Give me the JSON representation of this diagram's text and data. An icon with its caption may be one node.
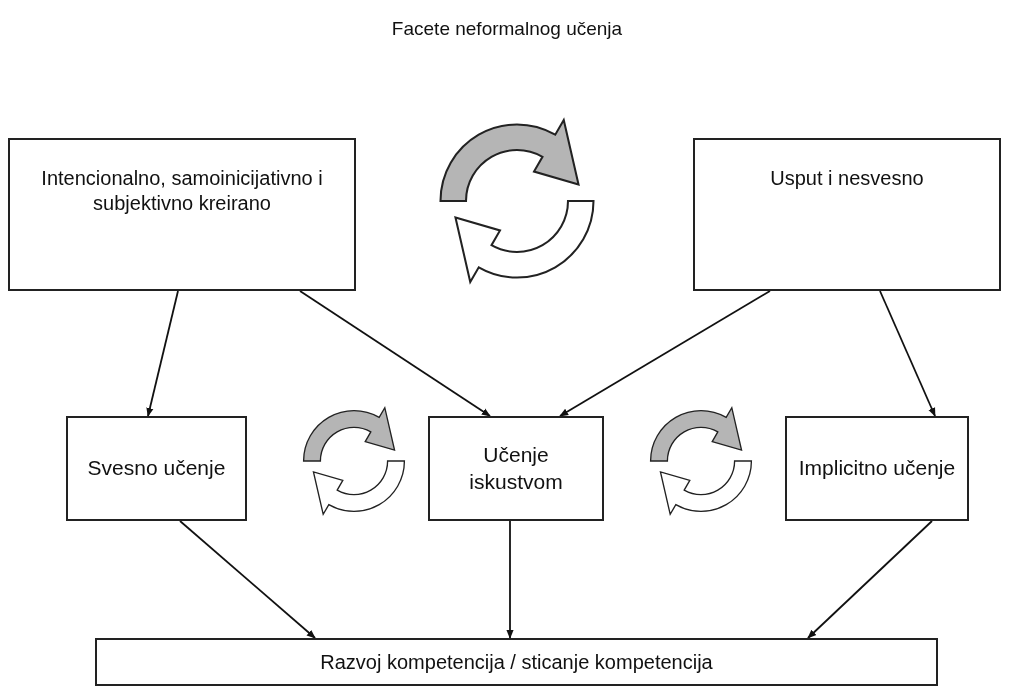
{
  "diagram": {
    "title": "Facete neformalnog učenja",
    "nodes": [
      {
        "text": [
          "Intencionalno, samoinicijativno i subjektivno kreirano"
        ]
      },
      {
        "text": [
          "Usput  i nesvesno"
        ]
      },
      {
        "text": [
          "Svesno učenje"
        ]
      },
      {
        "text": [
          "Učenje iskustvom"
        ]
      },
      {
        "text": [
          "Implicitno učenje"
        ]
      },
      {
        "text": [
          "Razvoj kompetencija / sticanje kompetencija"
        ]
      }
    ],
    "edges": [
      {
        "from": 0,
        "to": 2,
        "arrow": "to"
      },
      {
        "from": 0,
        "to": 3,
        "arrow": "to"
      },
      {
        "from": 1,
        "to": 3,
        "arrow": "to"
      },
      {
        "from": 1,
        "to": 4,
        "arrow": "to"
      },
      {
        "from": 2,
        "to": 5,
        "arrow": "to"
      },
      {
        "from": 3,
        "to": 5,
        "arrow": "to"
      },
      {
        "from": 4,
        "to": 5,
        "arrow": "to"
      }
    ]
  }
}
